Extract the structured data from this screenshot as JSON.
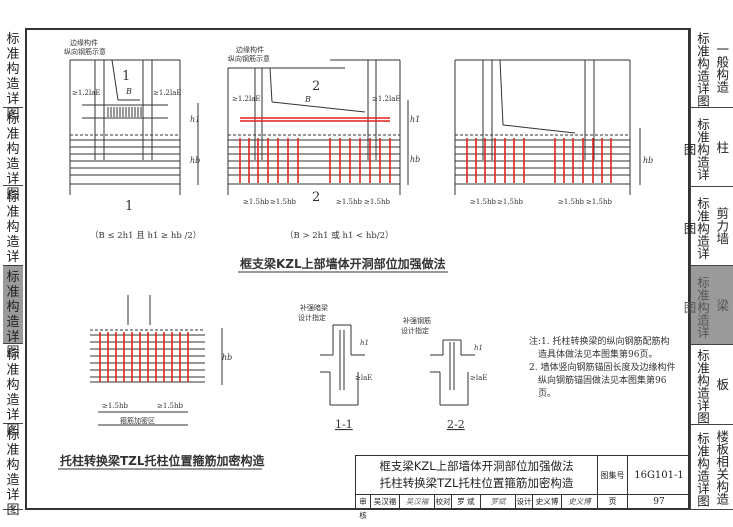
{
  "left_strip": {
    "tabs": [
      "标准构造详图",
      "标准构造详图",
      "标准构造详图",
      "标准构造详图",
      "标准构造详图",
      "标准构造详图"
    ]
  },
  "right_tabs": [
    {
      "label_a": "标准构造详图",
      "label_b": "一般构造",
      "active": false
    },
    {
      "label_a": "标准构造详图",
      "label_b": "柱",
      "active": false
    },
    {
      "label_a": "标准构造详图",
      "label_b": "剪力墙",
      "active": false
    },
    {
      "label_a": "标准构造详图",
      "label_b": "梁",
      "active": true
    },
    {
      "label_a": "标准构造详图",
      "label_b": "板",
      "active": false
    },
    {
      "label_a": "标准构造详图",
      "label_b": "楼板相关构造",
      "active": false
    }
  ],
  "colors": {
    "rebar_red": "#e0221c",
    "line": "#333333",
    "active_tab": "#9a9a9a"
  },
  "detail_a": {
    "leader_1": "边缘构件",
    "leader_2": "纵向钢筋示意",
    "section_mark": "1",
    "anchor_left": "≥1.2laE",
    "anchor_right": "≥1.2laE",
    "B": "B",
    "h1": "h1",
    "hb": "hb",
    "caption": "（B ≤ 2h1 且 h1 ≥ hb /2）"
  },
  "detail_b": {
    "leader_1": "边缘构件",
    "leader_2": "纵向钢筋示意",
    "section_mark": "2",
    "anchor_left": "≥1.2laE",
    "anchor_right": "≥1.2laE",
    "B": "B",
    "h1": "h1",
    "hb": "hb",
    "dim_1": "≥1.5hb",
    "dim_2": "≥1.5hb",
    "dim_3": "≥1.5hb",
    "dim_4": "≥1.5hb",
    "caption": "（B > 2h1 或 h1 < hb/2）"
  },
  "detail_c": {
    "hb": "hb",
    "dim_1": "≥1.5hb",
    "dim_2": "≥1.5hb",
    "dim_3": "≥1.5hb",
    "dim_4": "≥1.5hb"
  },
  "title_top": "框支梁KZL上部墙体开洞部位加强做法",
  "tzl": {
    "hb": "hb",
    "dim_1": "≥1.5hb",
    "dim_2": "≥1.5hb",
    "zone": "箍筋加密区",
    "title": "托柱转换梁TZL托柱位置箍筋加密构造"
  },
  "section_11": {
    "label": "1-1",
    "leader_1": "补强暗梁",
    "leader_2": "设计指定",
    "h1": "h1",
    "lae": "≥laE"
  },
  "section_22": {
    "label": "2-2",
    "leader_1": "补强钢筋",
    "leader_2": "设计指定",
    "h1": "h1",
    "lae": "≥laE"
  },
  "notes": {
    "prefix": "注:",
    "items": [
      "1. 托柱转换梁的纵向钢筋配筋构造具体做法见本图集第96页。",
      "2. 墙体竖向钢筋锚固长度及边缘构件纵向钢筋锚固做法见本图集第96页。"
    ]
  },
  "title_block": {
    "title_1": "框支梁KZL上部墙体开洞部位加强做法",
    "title_2": "托柱转换梁TZL托柱位置箍筋加密构造",
    "atlas_label": "图集号",
    "atlas_no": "16G101-1",
    "page_label": "页",
    "page_no": "97",
    "review_label": "审核",
    "review_name": "吴汉福",
    "review_sign": "吴汉福",
    "check_label": "校对",
    "check_name": "罗 斌",
    "check_sign": "罗斌",
    "design_label": "设计",
    "design_name": "史义博",
    "design_sign": "史义博"
  }
}
